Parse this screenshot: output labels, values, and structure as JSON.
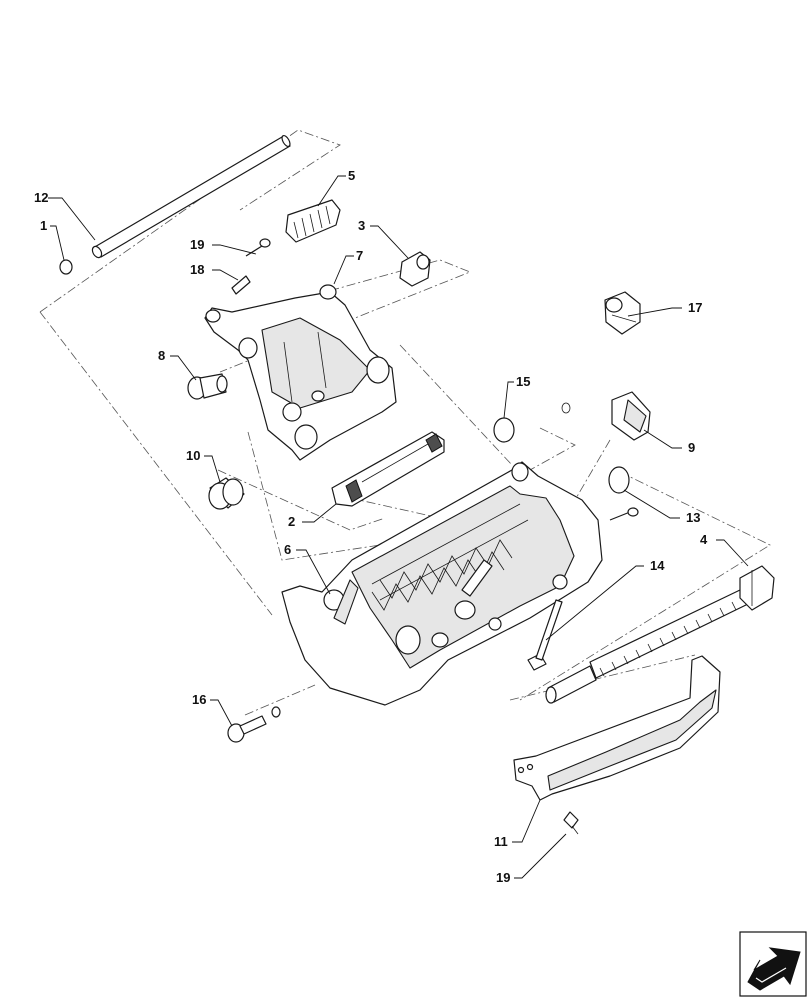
{
  "callouts": [
    {
      "id": "c12",
      "text": "12"
    },
    {
      "id": "c1",
      "text": "1"
    },
    {
      "id": "c19a",
      "text": "19"
    },
    {
      "id": "c18",
      "text": "18"
    },
    {
      "id": "c5",
      "text": "5"
    },
    {
      "id": "c3",
      "text": "3"
    },
    {
      "id": "c7",
      "text": "7"
    },
    {
      "id": "c17",
      "text": "17"
    },
    {
      "id": "c8",
      "text": "8"
    },
    {
      "id": "c15",
      "text": "15"
    },
    {
      "id": "c9",
      "text": "9"
    },
    {
      "id": "c10",
      "text": "10"
    },
    {
      "id": "c2",
      "text": "2"
    },
    {
      "id": "c13",
      "text": "13"
    },
    {
      "id": "c6",
      "text": "6"
    },
    {
      "id": "c4",
      "text": "4"
    },
    {
      "id": "c14",
      "text": "14"
    },
    {
      "id": "c16",
      "text": "16"
    },
    {
      "id": "c11",
      "text": "11"
    },
    {
      "id": "c19b",
      "text": "19"
    }
  ],
  "nav_icon": "next-page-arrow-icon"
}
